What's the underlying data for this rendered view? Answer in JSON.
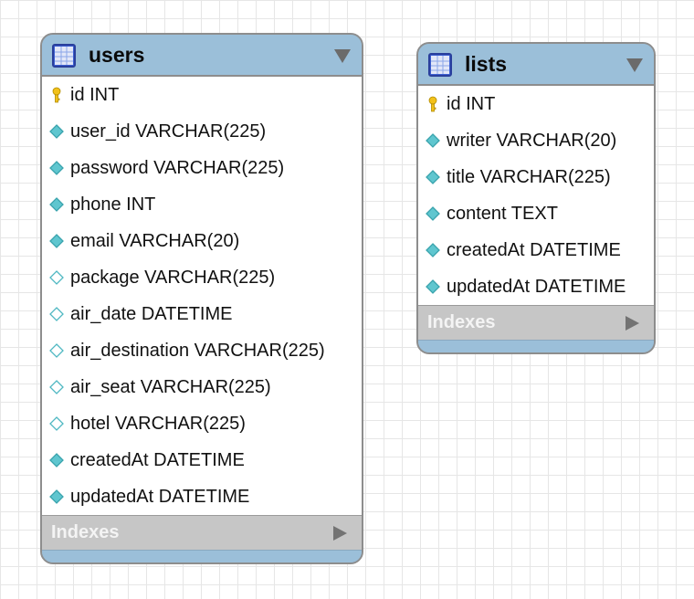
{
  "tables": [
    {
      "name": "users",
      "columns": [
        {
          "text": "id INT",
          "kind": "primary-key"
        },
        {
          "text": "user_id VARCHAR(225)",
          "kind": "not-null"
        },
        {
          "text": "password VARCHAR(225)",
          "kind": "not-null"
        },
        {
          "text": "phone INT",
          "kind": "not-null"
        },
        {
          "text": "email VARCHAR(20)",
          "kind": "not-null"
        },
        {
          "text": "package VARCHAR(225)",
          "kind": "nullable"
        },
        {
          "text": "air_date DATETIME",
          "kind": "nullable"
        },
        {
          "text": "air_destination VARCHAR(225)",
          "kind": "nullable"
        },
        {
          "text": "air_seat VARCHAR(225)",
          "kind": "nullable"
        },
        {
          "text": "hotel VARCHAR(225)",
          "kind": "nullable"
        },
        {
          "text": "createdAt DATETIME",
          "kind": "not-null"
        },
        {
          "text": "updatedAt DATETIME",
          "kind": "not-null"
        }
      ],
      "indexes_label": "Indexes"
    },
    {
      "name": "lists",
      "columns": [
        {
          "text": "id INT",
          "kind": "primary-key"
        },
        {
          "text": "writer VARCHAR(20)",
          "kind": "not-null"
        },
        {
          "text": "title VARCHAR(225)",
          "kind": "not-null"
        },
        {
          "text": "content TEXT",
          "kind": "not-null"
        },
        {
          "text": "createdAt DATETIME",
          "kind": "not-null"
        },
        {
          "text": "updatedAt DATETIME",
          "kind": "not-null"
        }
      ],
      "indexes_label": "Indexes"
    }
  ],
  "colors": {
    "header": "#9bbfd9",
    "indexes_bar": "#c6c6c6",
    "key_icon": "#f2c11a",
    "column_icon": "#5fc6cf"
  }
}
